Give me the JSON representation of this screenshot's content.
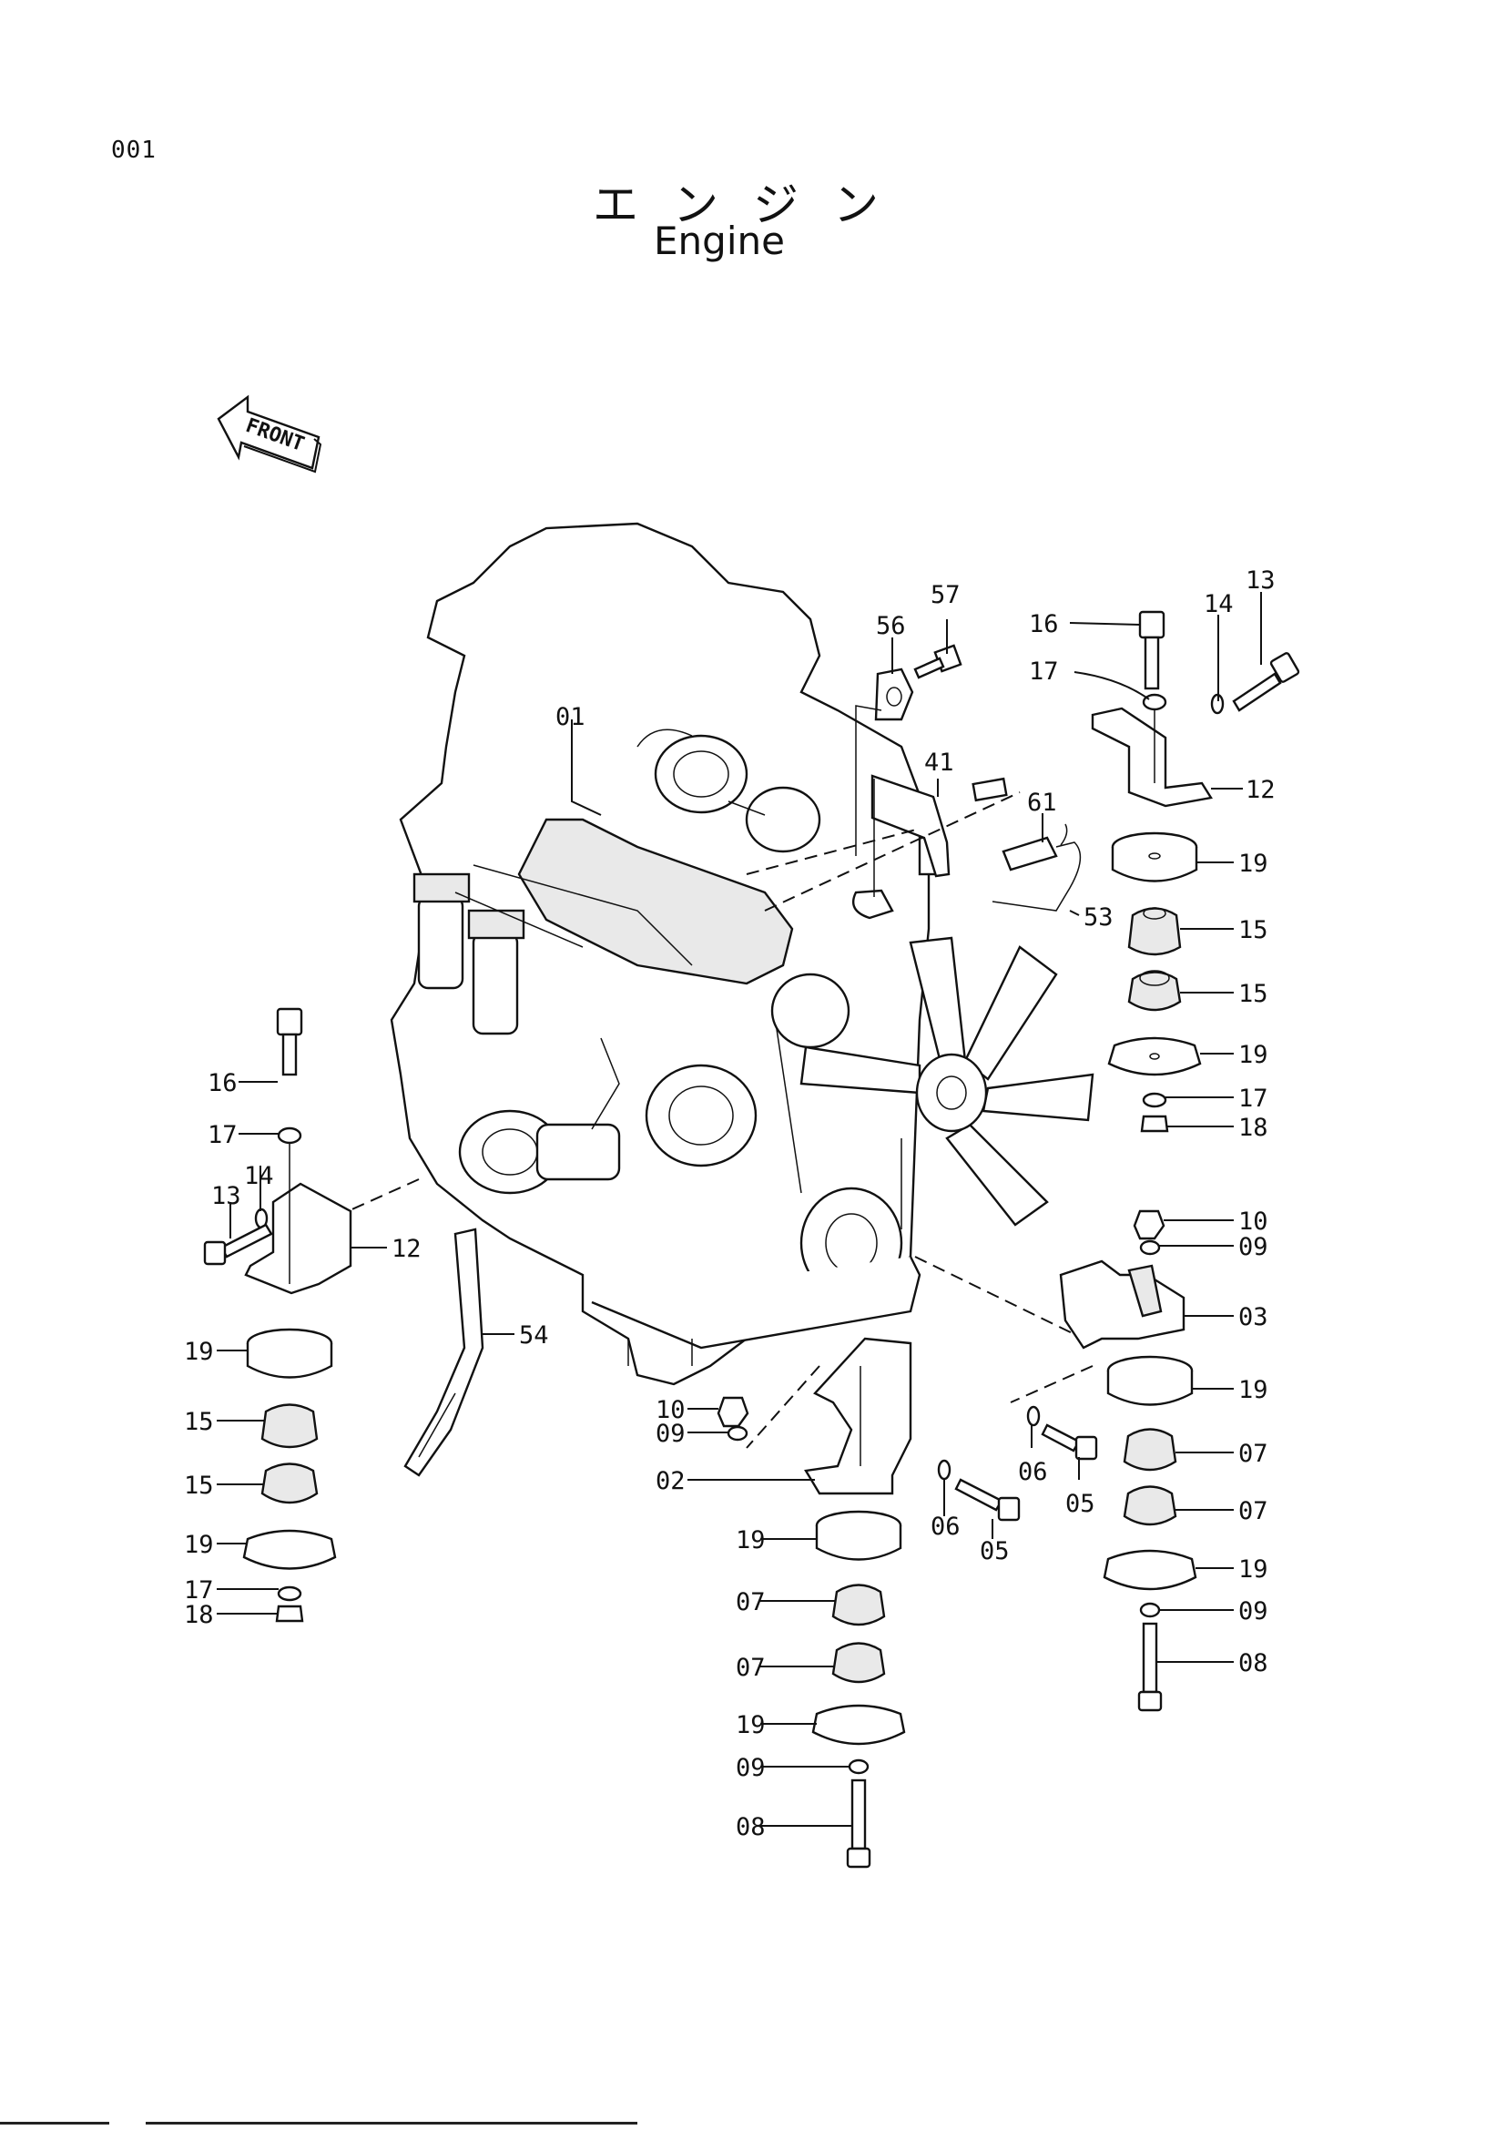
{
  "page": {
    "number": "001",
    "title_jp": "エンジン",
    "title_en": "Engine"
  },
  "front_arrow": {
    "label": "FRONT",
    "icon": "front-arrow-icon"
  },
  "callouts": {
    "top": [
      "57",
      "56",
      "01",
      "41",
      "61",
      "53"
    ],
    "right_stack": [
      "16",
      "17",
      "14",
      "13",
      "12",
      "19",
      "15",
      "15",
      "19",
      "17",
      "18"
    ],
    "left_stack": [
      "16",
      "17",
      "14",
      "13",
      "12",
      "54",
      "19",
      "15",
      "15",
      "19",
      "17",
      "18"
    ],
    "center_stack": [
      "10",
      "09",
      "02",
      "06",
      "05",
      "19",
      "07",
      "07",
      "19",
      "09",
      "08"
    ],
    "right_lower_stack": [
      "10",
      "09",
      "03",
      "19",
      "07",
      "07",
      "19",
      "09",
      "08",
      "06",
      "05"
    ]
  }
}
